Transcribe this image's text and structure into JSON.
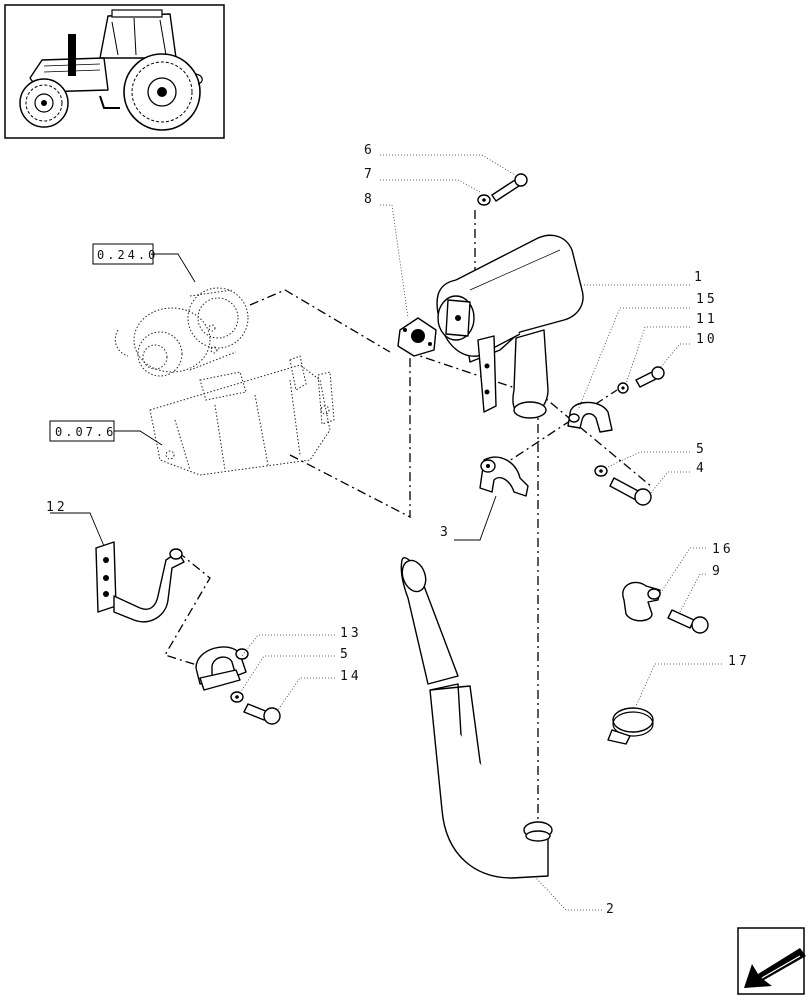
{
  "references": {
    "turbo_ref": "0.24.0",
    "manifold_ref": "0.07.6"
  },
  "callouts": {
    "c1": "1",
    "c2": "2",
    "c3": "3",
    "c4": "4",
    "c5a": "5",
    "c5b": "5",
    "c6": "6",
    "c7": "7",
    "c8": "8",
    "c9": "9",
    "c10": "10",
    "c11": "11",
    "c12": "12",
    "c13": "13",
    "c14": "14",
    "c15": "15",
    "c16": "16",
    "c17": "17"
  },
  "icons": {
    "tractor": "tractor-thumbnail-icon",
    "navigation": "next-page-arrow-icon"
  }
}
